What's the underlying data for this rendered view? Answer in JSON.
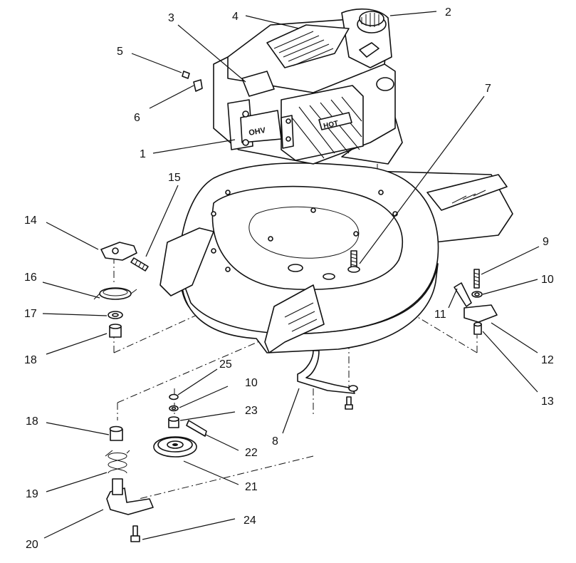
{
  "callouts": [
    {
      "id": "c1",
      "text": "1"
    },
    {
      "id": "c2",
      "text": "2"
    },
    {
      "id": "c3",
      "text": "3"
    },
    {
      "id": "c4",
      "text": "4"
    },
    {
      "id": "c5",
      "text": "5"
    },
    {
      "id": "c6",
      "text": "6"
    },
    {
      "id": "c7",
      "text": "7"
    },
    {
      "id": "c8",
      "text": "8"
    },
    {
      "id": "c9",
      "text": "9"
    },
    {
      "id": "c10a",
      "text": "10"
    },
    {
      "id": "c10b",
      "text": "10"
    },
    {
      "id": "c11",
      "text": "11"
    },
    {
      "id": "c12",
      "text": "12"
    },
    {
      "id": "c13",
      "text": "13"
    },
    {
      "id": "c14",
      "text": "14"
    },
    {
      "id": "c15",
      "text": "15"
    },
    {
      "id": "c16",
      "text": "16"
    },
    {
      "id": "c17",
      "text": "17"
    },
    {
      "id": "c18a",
      "text": "18"
    },
    {
      "id": "c18b",
      "text": "18"
    },
    {
      "id": "c19",
      "text": "19"
    },
    {
      "id": "c20",
      "text": "20"
    },
    {
      "id": "c21",
      "text": "21"
    },
    {
      "id": "c22",
      "text": "22"
    },
    {
      "id": "c23",
      "text": "23"
    },
    {
      "id": "c24",
      "text": "24"
    },
    {
      "id": "c25",
      "text": "25"
    }
  ],
  "engine_marks": {
    "ohv_label": "OHV",
    "hot_label": "HOT"
  }
}
